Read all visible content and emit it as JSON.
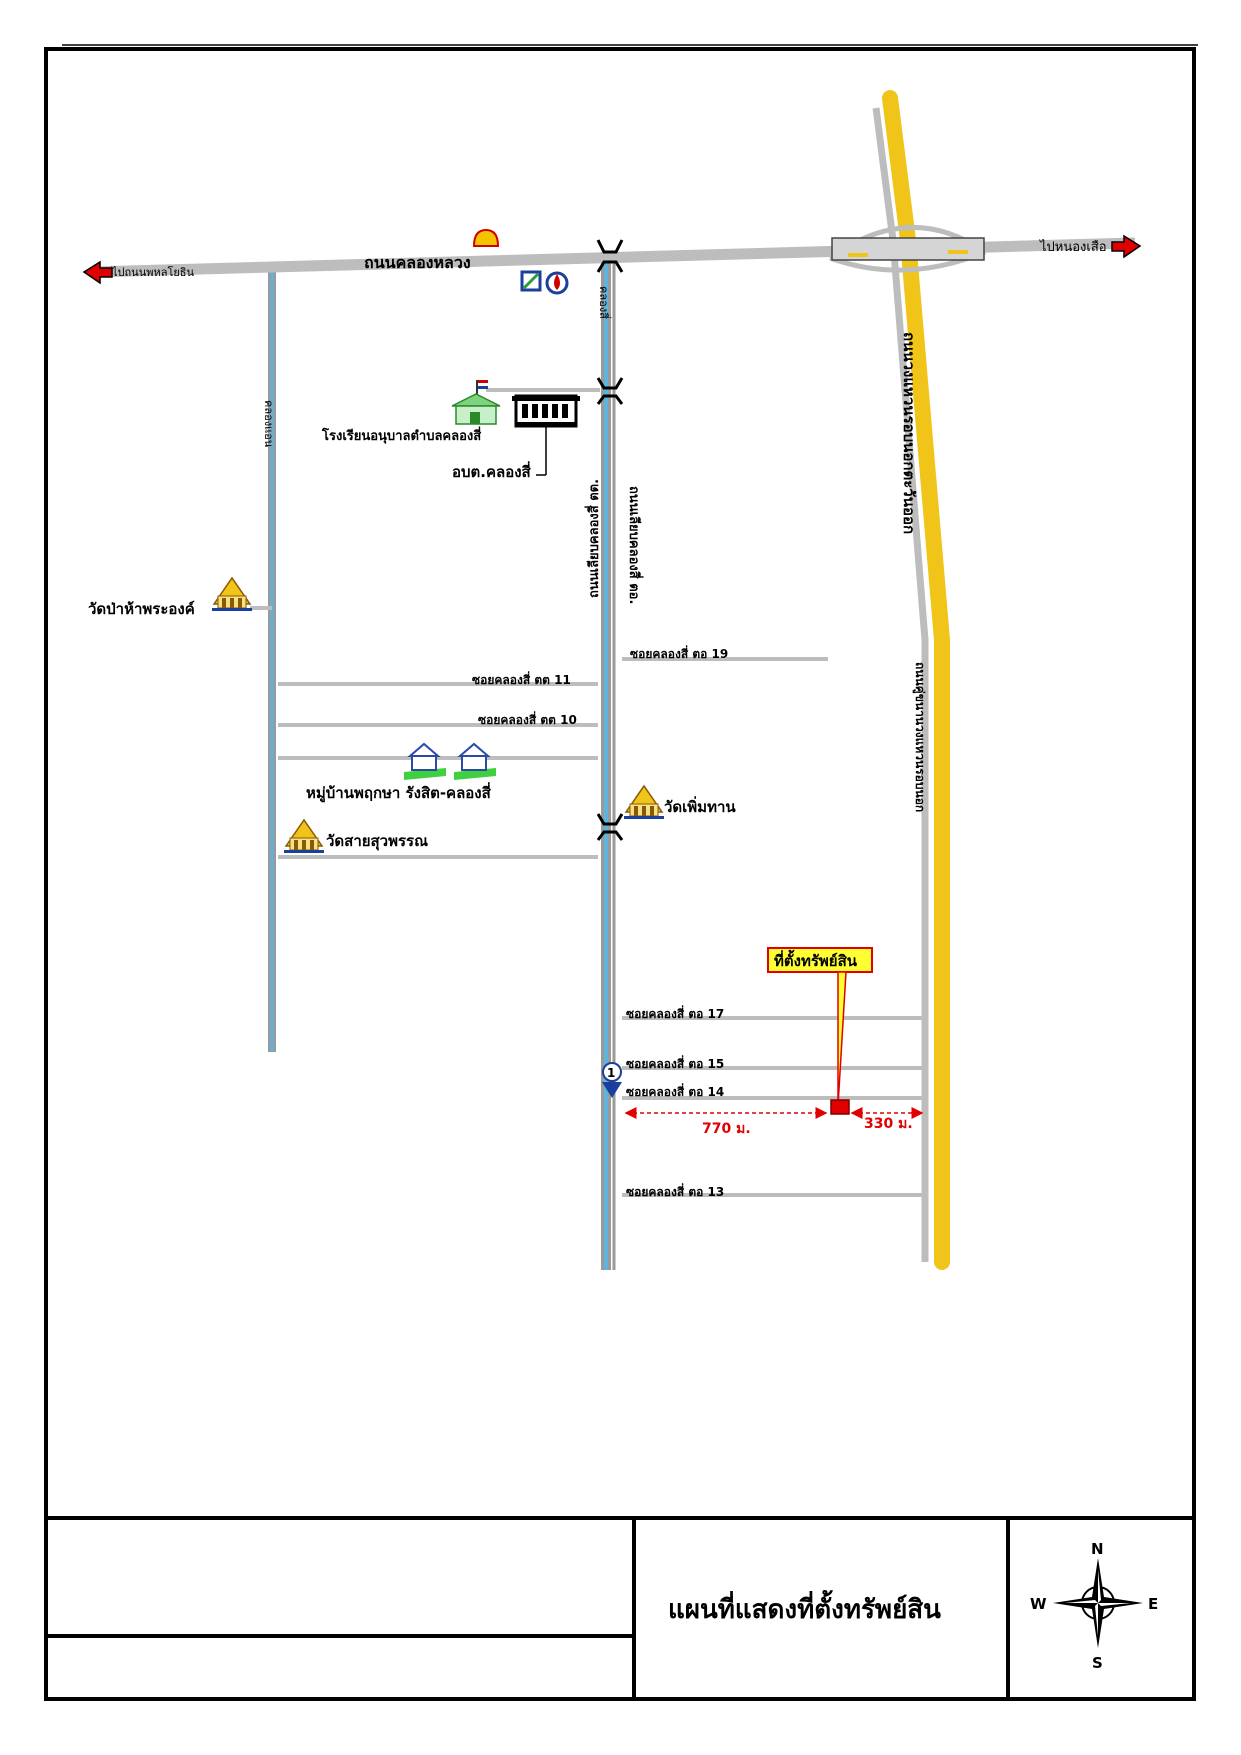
{
  "roads": {
    "main_road": "ถนนคลองหลวง",
    "to_west": "ไปถนนพหลโยธิน",
    "to_east": "ไปหนองเสือ",
    "canal_klong4": "คลองสี่",
    "canal_west": "คลองแอน",
    "frontage_road_upper": "ถนนเลียบคลองสี่ ตต.",
    "frontage_road_lower": "ถนนเลียบคลองสี่ ตอ.",
    "highway_east": "ถนนวงแหวนรอบนอกตะวันออก",
    "highway_frontage": "ถนนคู่ขนานวงแหวนรอบนอก"
  },
  "sois": {
    "soi_to19": "ซอยคลองสี่ ตอ 19",
    "soi_tt11": "ซอยคลองสี่ ตต 11",
    "soi_tt10": "ซอยคลองสี่ ตต 10",
    "soi_to17": "ซอยคลองสี่ ตอ 17",
    "soi_to15": "ซอยคลองสี่ ตอ 15",
    "soi_to14": "ซอยคลองสี่ ตอ 14",
    "soi_to13": "ซอยคลองสี่ ตอ 13"
  },
  "places": {
    "school": "โรงเรียนอนุบาลตำบลคลองสี่",
    "obt": "อบต.คลองสี่",
    "wat_pa": "วัดป่าห้าพระองค์",
    "village": "หมู่บ้านพฤกษา รังสิต-คลองสี่",
    "wat_phoem": "วัดเพิ่มทาน",
    "wat_sai": "วัดสายสุวพรรณ",
    "property": "ที่ตั้งทรัพย์สิน",
    "marker_number": "1"
  },
  "distances": {
    "west": "770 ม.",
    "east": "330 ม."
  },
  "title_block": {
    "map_title": "แผนที่แสดงที่ตั้งทรัพย์สิน"
  },
  "compass": {
    "n": "N",
    "s": "S",
    "e": "E",
    "w": "W"
  },
  "colors": {
    "road": "#bdbdbd",
    "highway": "#f0c419",
    "canal": "#5fb4dd",
    "marker_red": "#e00000",
    "sign_fill": "#ffff33"
  }
}
